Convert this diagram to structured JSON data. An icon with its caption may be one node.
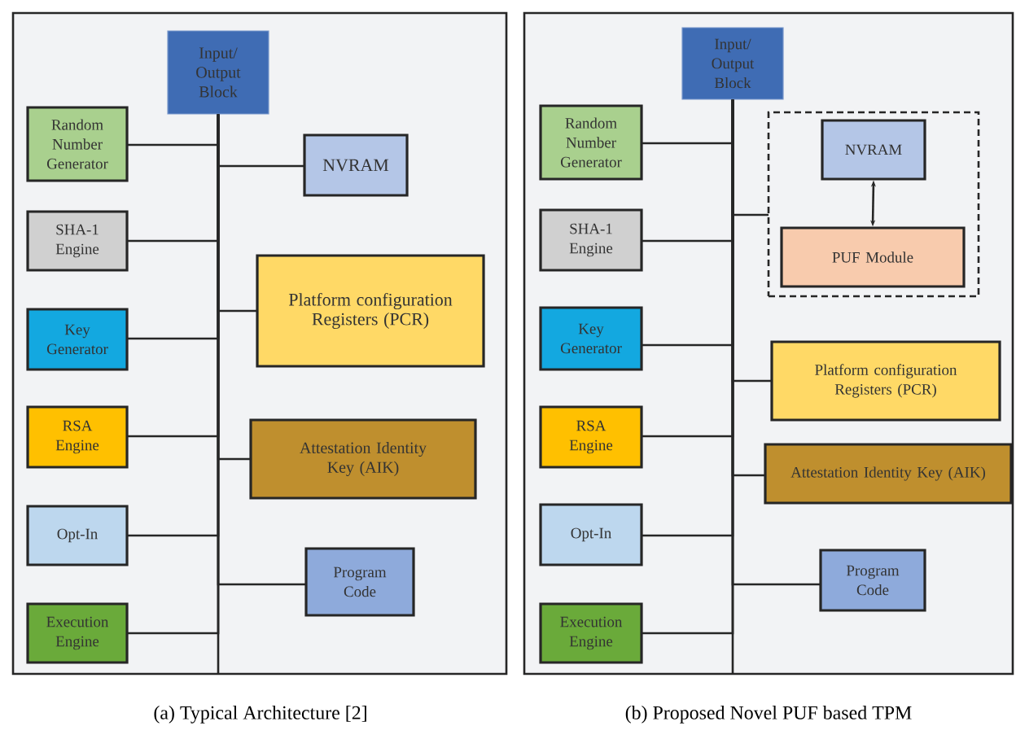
{
  "diagram": {
    "nodes": [
      {
        "text": [],
        "shape": "box"
      },
      {
        "text": [
          "Input/ Output Block"
        ],
        "in": 0
      },
      {
        "text": [
          "Random Number Generator"
        ],
        "in": 0
      },
      {
        "text": [
          "SHA-1 Engine"
        ],
        "in": 0
      },
      {
        "text": [
          "Key Generator"
        ],
        "in": 0
      },
      {
        "text": [
          "RSA Engine"
        ],
        "in": 0
      },
      {
        "text": [
          "Opt-In"
        ],
        "in": 0
      },
      {
        "text": [
          "Execution Engine"
        ],
        "in": 0
      },
      {
        "text": [
          "NVRAM"
        ],
        "in": 0
      },
      {
        "text": [
          "Platform configuration Registers (PCR)"
        ],
        "in": 0
      },
      {
        "text": [
          "Attestation Identity Key (AIK)"
        ],
        "in": 0
      },
      {
        "text": [
          "Program Code"
        ],
        "in": 0
      },
      {
        "text": [],
        "shape": "box"
      },
      {
        "text": [
          "Input/ Output Block"
        ],
        "in": 12
      },
      {
        "text": [
          "Random Number Generator"
        ],
        "in": 12
      },
      {
        "text": [
          "SHA-1 Engine"
        ],
        "in": 12
      },
      {
        "text": [
          "Key Generator"
        ],
        "in": 12
      },
      {
        "text": [
          "RSA Engine"
        ],
        "in": 12
      },
      {
        "text": [
          "Opt-In"
        ],
        "in": 12
      },
      {
        "text": [
          "Execution Engine"
        ],
        "in": 12
      },
      {
        "text": [],
        "shape": "box",
        "in": 12
      },
      {
        "text": [
          "NVRAM"
        ],
        "in": 20
      },
      {
        "text": [
          "PUF Module"
        ],
        "in": 20
      },
      {
        "text": [
          "Platform configuration Registers (PCR)"
        ],
        "in": 12
      },
      {
        "text": [
          "Attestation Identity Key (AIK)"
        ],
        "in": 12
      },
      {
        "text": [
          "Program Code"
        ],
        "in": 12
      }
    ],
    "edges": [
      {
        "from": 1,
        "to": 2,
        "arrow": "none"
      },
      {
        "from": 1,
        "to": 3,
        "arrow": "none"
      },
      {
        "from": 1,
        "to": 4,
        "arrow": "none"
      },
      {
        "from": 1,
        "to": 5,
        "arrow": "none"
      },
      {
        "from": 1,
        "to": 6,
        "arrow": "none"
      },
      {
        "from": 1,
        "to": 7,
        "arrow": "none"
      },
      {
        "from": 1,
        "to": 8,
        "arrow": "none"
      },
      {
        "from": 1,
        "to": 9,
        "arrow": "none"
      },
      {
        "from": 1,
        "to": 10,
        "arrow": "none"
      },
      {
        "from": 1,
        "to": 11,
        "arrow": "none"
      },
      {
        "from": 13,
        "to": 14,
        "arrow": "none"
      },
      {
        "from": 13,
        "to": 15,
        "arrow": "none"
      },
      {
        "from": 13,
        "to": 16,
        "arrow": "none"
      },
      {
        "from": 13,
        "to": 17,
        "arrow": "none"
      },
      {
        "from": 13,
        "to": 18,
        "arrow": "none"
      },
      {
        "from": 13,
        "to": 19,
        "arrow": "none"
      },
      {
        "from": 13,
        "to": 20,
        "arrow": "none"
      },
      {
        "from": 21,
        "to": 22,
        "arrow": "both"
      },
      {
        "from": 13,
        "to": 23,
        "arrow": "none"
      },
      {
        "from": 13,
        "to": 24,
        "arrow": "none"
      },
      {
        "from": 13,
        "to": 25,
        "arrow": "none"
      }
    ],
    "labels": [
      "(a) Typical Architecture [2]",
      "(b) Proposed Novel PUF based TPM"
    ]
  }
}
